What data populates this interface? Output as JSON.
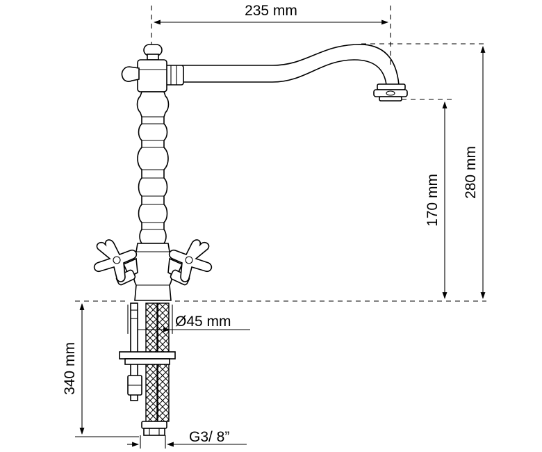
{
  "dimensions": {
    "width_top": "235 mm",
    "height_total": "280 mm",
    "height_spout": "170 mm",
    "depth_below": "340 mm",
    "hole_diameter": "Ø45 mm",
    "thread": "G3/ 8”"
  },
  "icons": [
    "faucet-body",
    "cross-handle",
    "braided-hose",
    "dimension-arrow"
  ]
}
